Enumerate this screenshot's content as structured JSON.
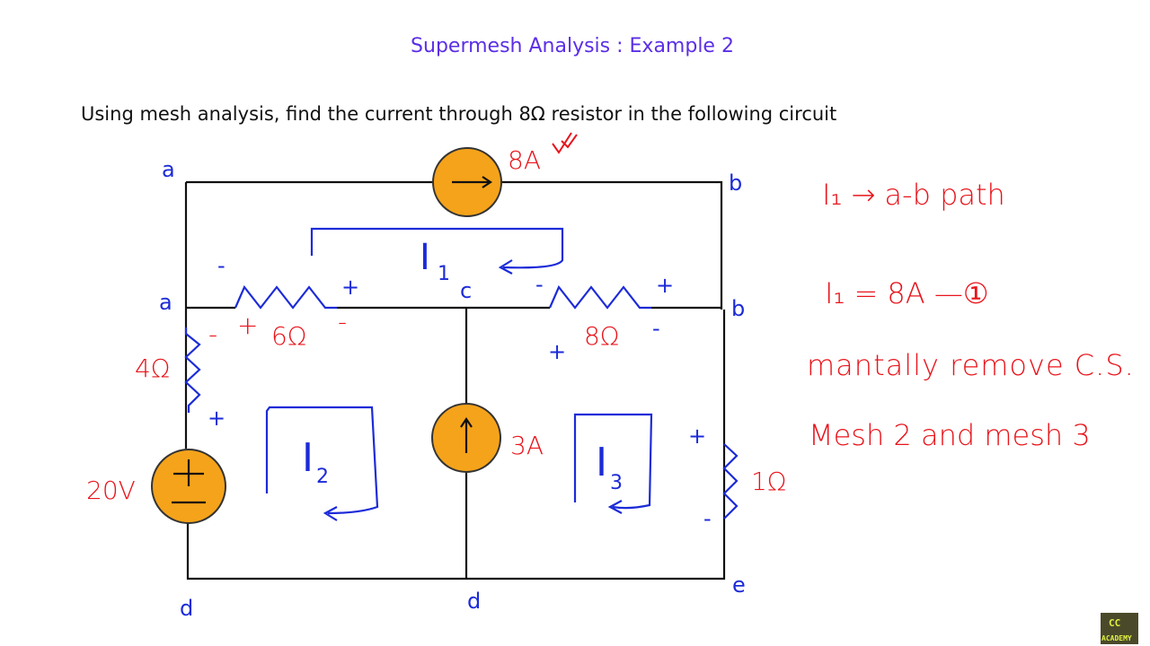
{
  "slide": {
    "title": "Supermesh Analysis : Example 2",
    "question": "Using mesh analysis, find the current through 8Ω resistor in the following circuit"
  },
  "circuit": {
    "nodes": {
      "a_top": "a",
      "b_top": "b",
      "a_mid": "a",
      "b_mid": "b",
      "c": "c",
      "d_left": "d",
      "d_mid": "d",
      "e": "e"
    },
    "sources": {
      "current_top": "8A",
      "current_mid": "3A",
      "voltage": "20V"
    },
    "resistors": {
      "r6": "6Ω",
      "r8": "8Ω",
      "r4": "4Ω",
      "r1": "1Ω"
    },
    "polarity": {
      "plus": "+",
      "minus": "-"
    },
    "mesh_labels": {
      "i1": "I",
      "i1_sub": "1",
      "i2": "I",
      "i2_sub": "2",
      "i3": "I",
      "i3_sub": "3"
    }
  },
  "notes": [
    "I₁ → a-b path",
    "I₁ = 8A —①",
    "mantally remove C.S.",
    "Mesh 2 and mesh 3"
  ],
  "logo": {
    "line1": "CC",
    "line2": "ACADEMY"
  },
  "colors": {
    "title": "#5b2ee6",
    "ink_blue": "#1c2bd8",
    "ink_red": "#e8141b",
    "source_fill": "#f5a31a"
  }
}
